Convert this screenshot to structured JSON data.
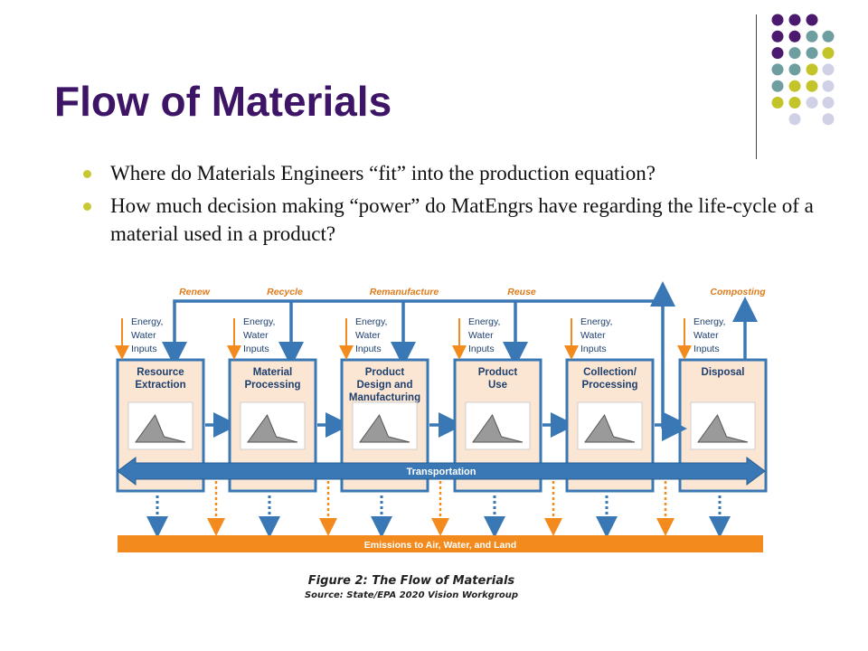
{
  "slide": {
    "title": "Flow of Materials",
    "bullets": [
      "Where do Materials Engineers “fit” into the production equation?",
      "How much decision making “power” do MatEngrs have regarding the life-cycle of a material used in a product?"
    ],
    "bullet_color": "#c8c832",
    "title_color": "#3d1466"
  },
  "decor": {
    "dot_colors": {
      "purple": "#4b1a6e",
      "teal": "#6e9ea0",
      "olive": "#c3c32a",
      "lavender": "#d0d0e6"
    }
  },
  "diagram": {
    "top_loops": [
      "Renew",
      "Recycle",
      "Remanufacture",
      "Reuse",
      "Composting"
    ],
    "inputs_label": [
      "Energy,",
      "Water",
      "Inputs"
    ],
    "stages": [
      {
        "name": [
          "Resource",
          "Extraction"
        ],
        "icon": "excavator-icon"
      },
      {
        "name": [
          "Material",
          "Processing"
        ],
        "icon": "material-bin-icon"
      },
      {
        "name": [
          "Product",
          "Design and",
          "Manufacturing"
        ],
        "icon": "factory-icon"
      },
      {
        "name": [
          "Product",
          "Use"
        ],
        "icon": "shopping-cart-icon"
      },
      {
        "name": [
          "Collection/",
          "Processing"
        ],
        "icon": "garbage-truck-icon"
      },
      {
        "name": [
          "Disposal"
        ],
        "icon": "landfill-icon"
      }
    ],
    "transportation": "Transportation",
    "emissions": "Emissions to Air, Water, and Land",
    "colors": {
      "blue": "#3a78b5",
      "orange": "#f28a1e",
      "box_fill": "#fbe6d3",
      "loop_text": "#e07b1a"
    }
  },
  "caption": {
    "figure": "Figure 2: The Flow of Materials",
    "source": "Source: State/EPA 2020 Vision Workgroup"
  }
}
